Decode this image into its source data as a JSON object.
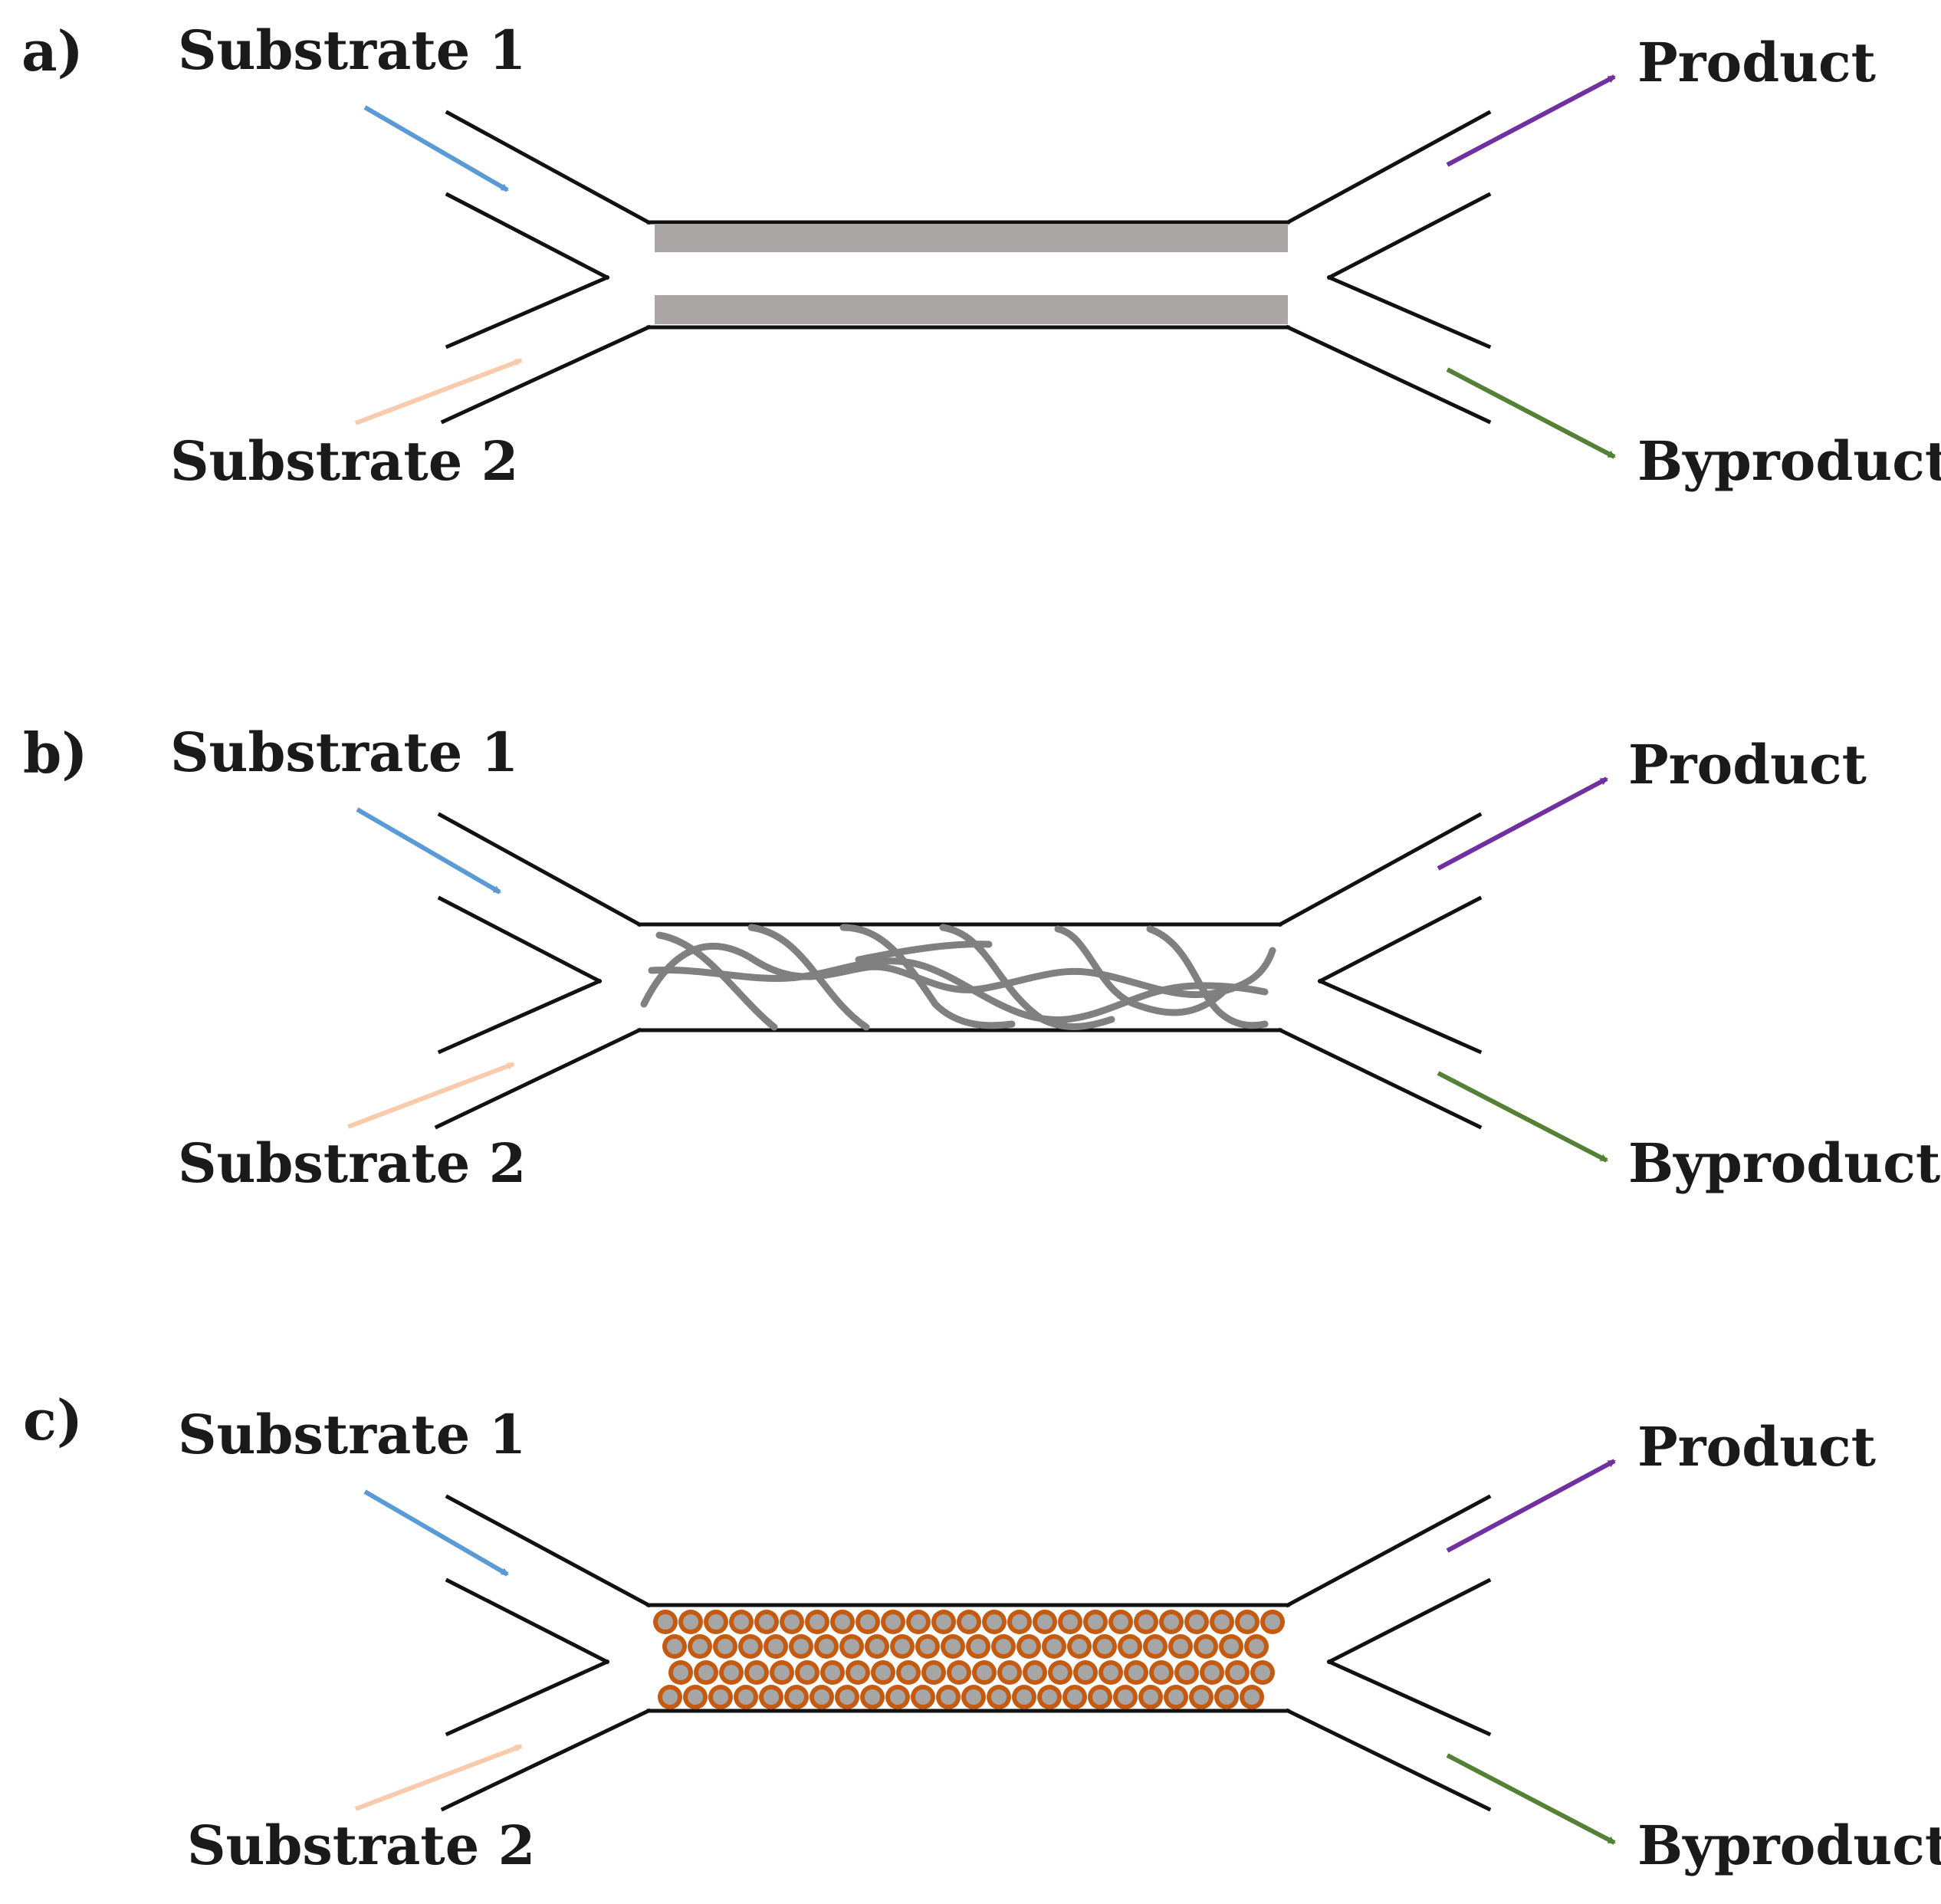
{
  "colors": {
    "substrate1_arrow": "#5b9bd5",
    "substrate2_arrow": "#f8cbad",
    "product_arrow": "#7030a0",
    "byproduct_arrow": "#538135",
    "wall_coating": "#aaa6a6",
    "fiber": "#808080",
    "bead_shell": "#c55a11",
    "bead_core": "#a6a6a6"
  },
  "panels": [
    {
      "letter": "a)",
      "substrate1": "Substrate 1",
      "substrate2": "Substrate 2",
      "product": "Product",
      "byproduct": "Byproduct",
      "immobilization": "wall-coated",
      "icon": "coated-wall-channel"
    },
    {
      "letter": "b)",
      "substrate1": "Substrate 1",
      "substrate2": "Substrate 2",
      "product": "Product",
      "byproduct": "Byproduct",
      "immobilization": "fibers",
      "icon": "fiber-packed-channel"
    },
    {
      "letter": "c)",
      "substrate1": "Substrate 1",
      "substrate2": "Substrate 2",
      "product": "Product",
      "byproduct": "Byproduct",
      "immobilization": "packed-beads",
      "icon": "bead-packed-channel"
    }
  ]
}
